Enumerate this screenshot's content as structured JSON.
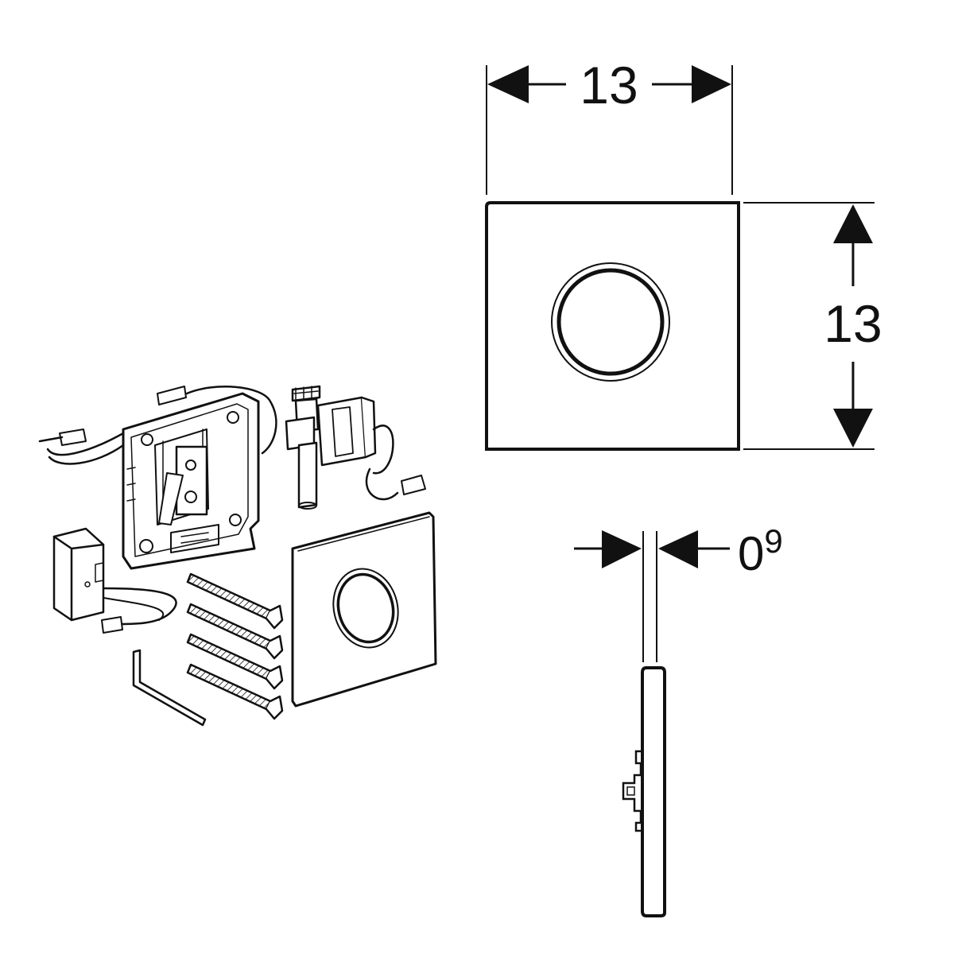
{
  "dimensions": {
    "width": {
      "value": "13"
    },
    "height": {
      "value": "13"
    },
    "thickness": {
      "value": "0",
      "superscript": "9"
    }
  },
  "colors": {
    "line": "#111111",
    "background": "#ffffff"
  }
}
